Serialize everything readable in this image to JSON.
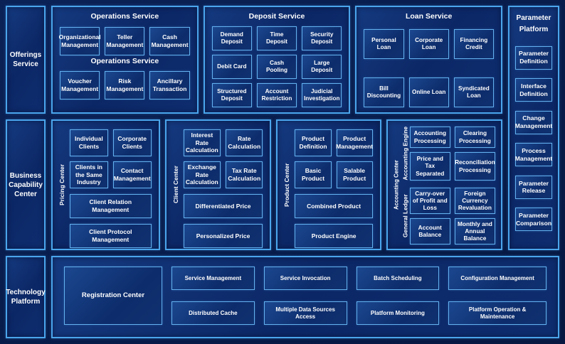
{
  "colors": {
    "page_bg": "#081c4a",
    "panel_fill": "#0c2765",
    "panel_border": "#4aa5ec",
    "box_border": "#63b1f0",
    "text": "#ffffff"
  },
  "left_column": {
    "offerings": "Offerings Service",
    "business_capability": "Business Capability Center",
    "technology": "Technology Platform"
  },
  "operations": {
    "title": "Operations Service",
    "subtitle": "Operations Service",
    "row1": [
      "Organizational Management",
      "Teller Management",
      "Cash Management"
    ],
    "row2": [
      "Voucher Management",
      "Risk Management",
      "Ancillary Transaction"
    ]
  },
  "deposit": {
    "title": "Deposit Service",
    "cells": [
      "Demand Deposit",
      "Time Deposit",
      "Security Deposit",
      "Debit Card",
      "Cash Pooling",
      "Large Deposit",
      "Structured Deposit",
      "Account Restriction",
      "Judicial Investigation"
    ]
  },
  "loan": {
    "title": "Loan Service",
    "cells": [
      "Personal Loan",
      "Corporate Loan",
      "Financing Credit",
      "Bill Discounting",
      "Online Loan",
      "Syndicated Loan"
    ]
  },
  "parameter_platform": {
    "title": "Parameter Platform",
    "items": [
      "Parameter Definition",
      "Interface Definition",
      "Change Management",
      "Process Management",
      "Parameter Release",
      "Parameter Comparison"
    ]
  },
  "pricing_center": {
    "label": "Pricing Center",
    "small": [
      "Individual Clients",
      "Corporate Clients",
      "Clients in the Same Industry",
      "Contact Management"
    ],
    "wide": [
      "Client Relation Management",
      "Client Protocol Management"
    ]
  },
  "client_center": {
    "label": "Client Center",
    "small": [
      "Interest Rate Calculation",
      "Rate Calculation",
      "Exchange Rate Calculation",
      "Tax Rate Calculation"
    ],
    "wide": [
      "Differentiated Price",
      "Personalized Price"
    ]
  },
  "product_center": {
    "label": "Product Center",
    "small": [
      "Product Definition",
      "Product Management",
      "Basic Product",
      "Salable Product"
    ],
    "wide": [
      "Combined Product",
      "Product Engine"
    ]
  },
  "accounting_center": {
    "label": "Accounting Center",
    "groups": [
      {
        "label": "Accounting Engine",
        "cells": [
          "Accounting Processing",
          "Clearing Processing",
          "Price and Tax Separated",
          "Reconciliation Processing"
        ]
      },
      {
        "label": "General Ledger",
        "cells": [
          "Carry-over of Profit and Loss",
          "Foreign Currency Revaluation",
          "Account Balance",
          "Monthly and Annual Balance"
        ]
      }
    ]
  },
  "technology_platform_panel": {
    "registration": "Registration Center",
    "columns": [
      [
        "Service Management",
        "Distributed Cache"
      ],
      [
        "Service Invocation",
        "Multiple Data Sources Access"
      ],
      [
        "Batch Scheduling",
        "Platform Monitoring"
      ],
      [
        "Configuration Management",
        "Platform Operation & Maintenance"
      ]
    ]
  }
}
